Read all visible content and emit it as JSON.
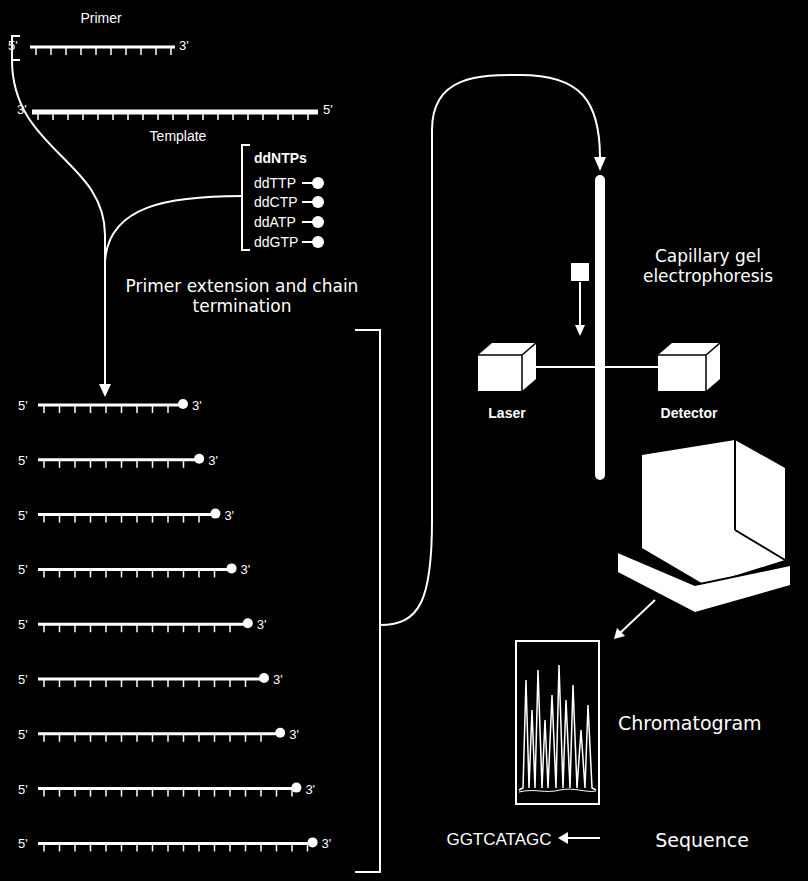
{
  "diagram": {
    "nodes": [
      {
        "text": [
          "Laser"
        ]
      },
      {
        "text": [
          "Detector"
        ]
      },
      {
        "text": [
          "Chromatogram"
        ]
      }
    ],
    "edges": [
      {
        "from": 0,
        "to": 1,
        "arrow": "none"
      }
    ],
    "labels": [
      "Primer",
      "5'",
      "3'",
      "3'",
      "5'",
      "Template",
      "ddNTPs",
      "ddTTP",
      "ddCTP",
      "ddATP",
      "ddGTP",
      "Primer extension and chain termination",
      "5'",
      "3'",
      "5'",
      "3'",
      "5'",
      "3'",
      "5'",
      "3'",
      "5'",
      "3'",
      "5'",
      "3'",
      "5'",
      "3'",
      "5'",
      "3'",
      "5'",
      "3'",
      "Capillary gel electrophoresis",
      "GGTCATAGC",
      "Sequence"
    ]
  }
}
